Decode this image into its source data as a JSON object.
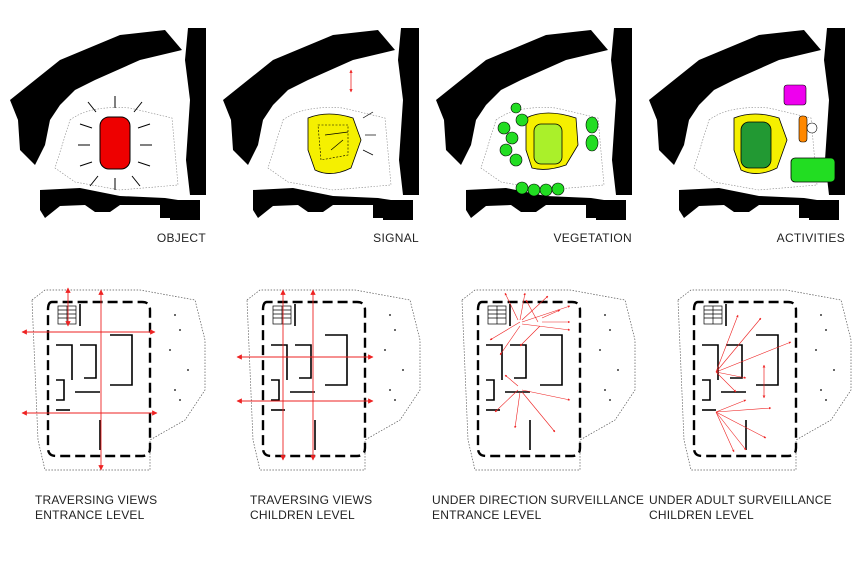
{
  "top_labels": [
    "OBJECT",
    "SIGNAL",
    "VEGETATION",
    "ACTIVITIES"
  ],
  "bottom_captions": [
    {
      "line1": "TRAVERSING VIEWS",
      "line2": "ENTRANCE LEVEL"
    },
    {
      "line1": "TRAVERSING VIEWS",
      "line2": "CHILDREN LEVEL"
    },
    {
      "line1": "UNDER DIRECTION SURVEILLANCE",
      "line2": "ENTRANCE LEVEL"
    },
    {
      "line1": "UNDER ADULT SURVEILLANCE",
      "line2": "CHILDREN LEVEL"
    }
  ],
  "colors": {
    "object": "#ee0000",
    "signal": "#f5f000",
    "vegetation_light": "#aaf02a",
    "vegetation_green": "#22dd22",
    "activity_dark": "#229933",
    "activity_magenta": "#ee00ee",
    "activity_orange": "#ff8800",
    "arrow": "#ee2222"
  }
}
